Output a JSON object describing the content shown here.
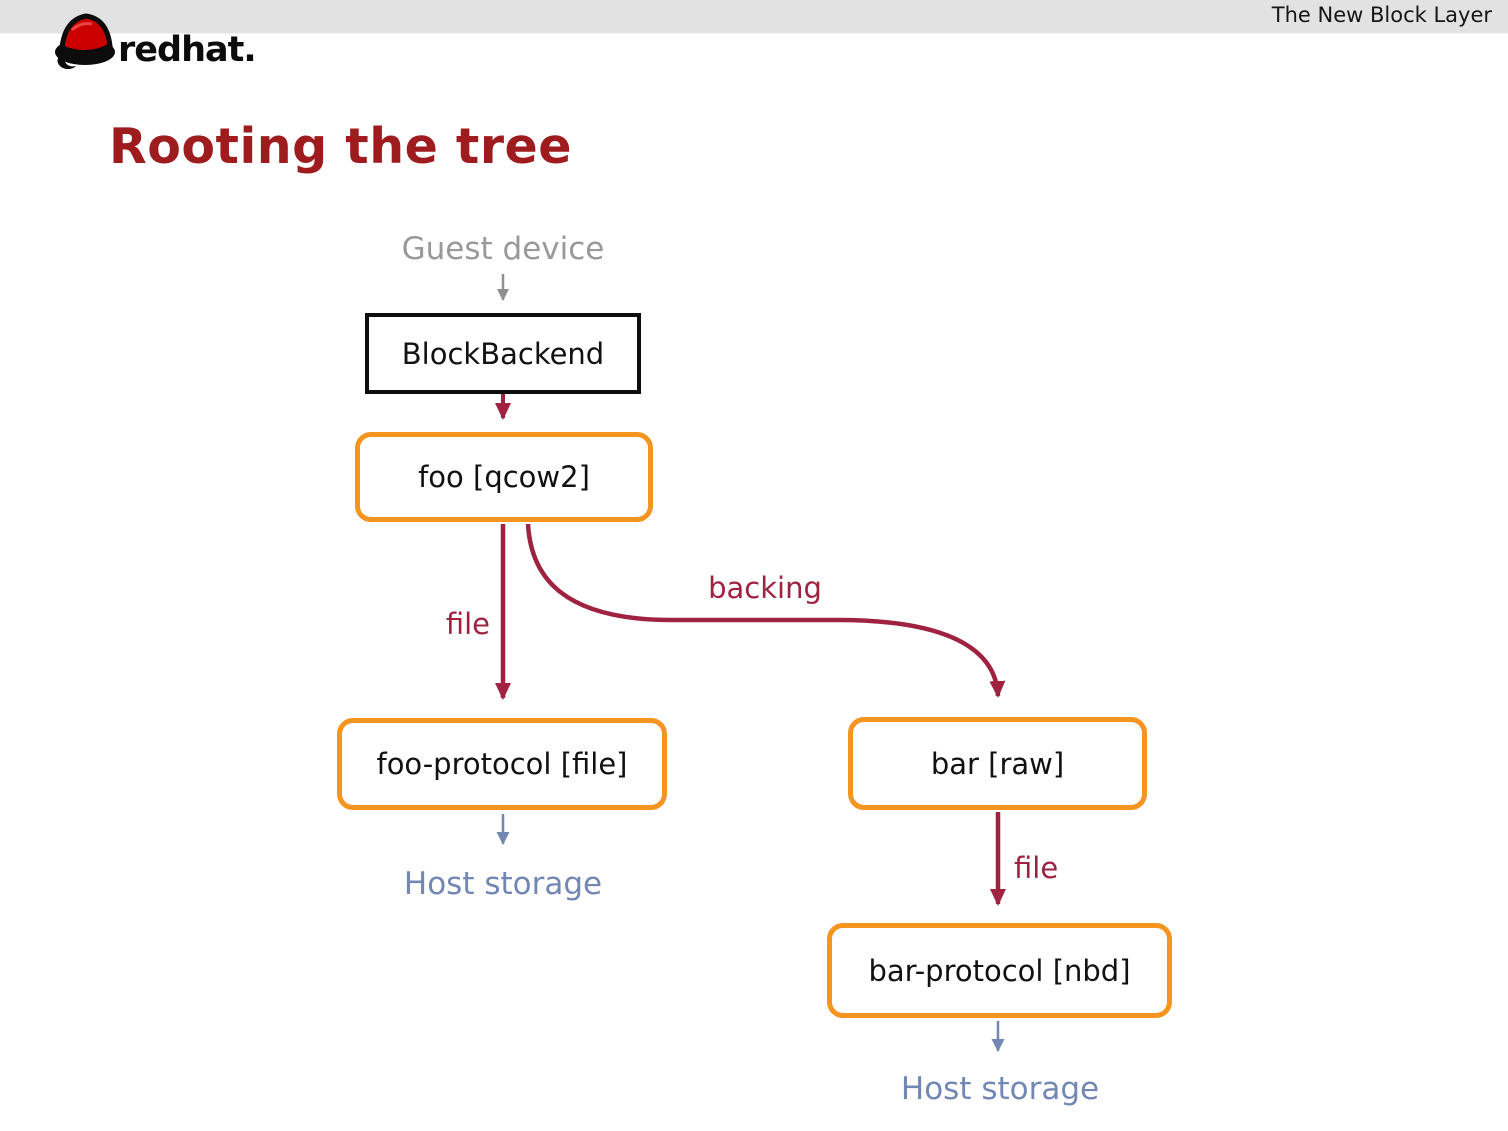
{
  "header": {
    "title": "The New Block Layer",
    "logo": {
      "red": "red",
      "hat": "hat."
    }
  },
  "slide": {
    "title": "Rooting the tree"
  },
  "diagram": {
    "nodes": {
      "guest_device": {
        "label": "Guest device"
      },
      "block_backend": {
        "label": "BlockBackend"
      },
      "foo": {
        "label": "foo [qcow2]"
      },
      "foo_protocol": {
        "label": "foo-protocol [file]"
      },
      "bar": {
        "label": "bar [raw]"
      },
      "bar_protocol": {
        "label": "bar-protocol [nbd]"
      },
      "host_storage_left": {
        "label": "Host storage"
      },
      "host_storage_right": {
        "label": "Host storage"
      }
    },
    "edges": {
      "file_left": {
        "label": "file"
      },
      "backing": {
        "label": "backing"
      },
      "file_right": {
        "label": "file"
      }
    },
    "colors": {
      "edge_maroon": "#9f2241",
      "node_orange": "#f5941f",
      "storage_blue": "#7387b5",
      "guest_gray": "#999999",
      "title_red": "#9e1b1e",
      "header_bar_gray": "#e2e2e2",
      "box_border_black": "#0d0d0d"
    }
  }
}
